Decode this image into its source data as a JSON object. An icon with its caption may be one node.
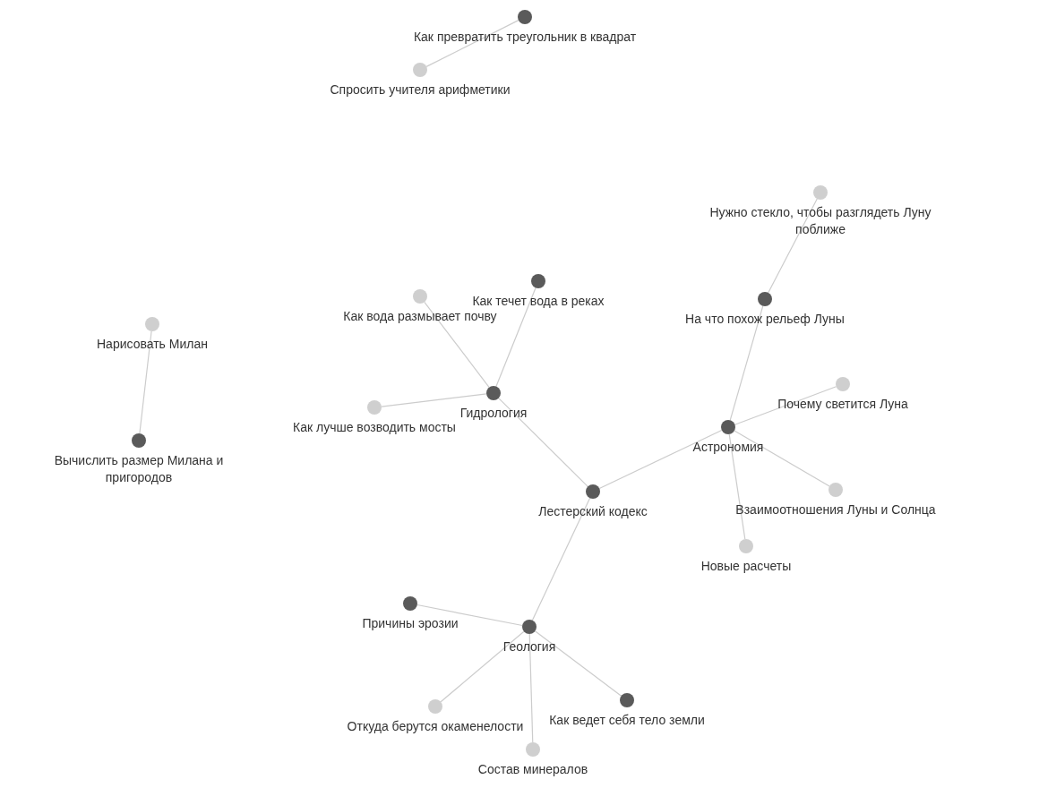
{
  "diagram": {
    "nodes": [
      {
        "text": [
          "Как превратить треугольник в квадрат"
        ]
      },
      {
        "text": [
          "Спросить учителя арифметики"
        ]
      },
      {
        "text": [
          "Нужно стекло, чтобы разглядеть Луну поближе"
        ]
      },
      {
        "text": [
          "Как течет вода в реках"
        ]
      },
      {
        "text": [
          "Как вода размывает почву"
        ]
      },
      {
        "text": [
          "На что похож рельеф Луны"
        ]
      },
      {
        "text": [
          "Нарисовать Милан"
        ]
      },
      {
        "text": [
          "Почему светится Луна"
        ]
      },
      {
        "text": [
          "Гидрология"
        ]
      },
      {
        "text": [
          "Как лучше возводить мосты"
        ]
      },
      {
        "text": [
          "Астрономия"
        ]
      },
      {
        "text": [
          "Вычислить размер Милана и пригородов"
        ]
      },
      {
        "text": [
          "Взаимоотношения Луны и Солнца"
        ]
      },
      {
        "text": [
          "Лестерский кодекс"
        ]
      },
      {
        "text": [
          "Новые расчеты"
        ]
      },
      {
        "text": [
          "Причины эрозии"
        ]
      },
      {
        "text": [
          "Геология"
        ]
      },
      {
        "text": [
          "Как ведет себя тело земли"
        ]
      },
      {
        "text": [
          "Откуда берутся окаменелости"
        ]
      },
      {
        "text": [
          "Состав минералов"
        ]
      }
    ],
    "edges": [
      {
        "from": 0,
        "to": 1,
        "arrow": "none"
      },
      {
        "from": 2,
        "to": 5,
        "arrow": "none"
      },
      {
        "from": 5,
        "to": 10,
        "arrow": "none"
      },
      {
        "from": 3,
        "to": 8,
        "arrow": "none"
      },
      {
        "from": 4,
        "to": 8,
        "arrow": "none"
      },
      {
        "from": 9,
        "to": 8,
        "arrow": "none"
      },
      {
        "from": 8,
        "to": 13,
        "arrow": "none"
      },
      {
        "from": 10,
        "to": 13,
        "arrow": "none"
      },
      {
        "from": 7,
        "to": 10,
        "arrow": "none"
      },
      {
        "from": 12,
        "to": 10,
        "arrow": "none"
      },
      {
        "from": 14,
        "to": 10,
        "arrow": "none"
      },
      {
        "from": 13,
        "to": 16,
        "arrow": "none"
      },
      {
        "from": 15,
        "to": 16,
        "arrow": "none"
      },
      {
        "from": 18,
        "to": 16,
        "arrow": "none"
      },
      {
        "from": 19,
        "to": 16,
        "arrow": "none"
      },
      {
        "from": 17,
        "to": 16,
        "arrow": "none"
      },
      {
        "from": 6,
        "to": 11,
        "arrow": "none"
      }
    ]
  }
}
